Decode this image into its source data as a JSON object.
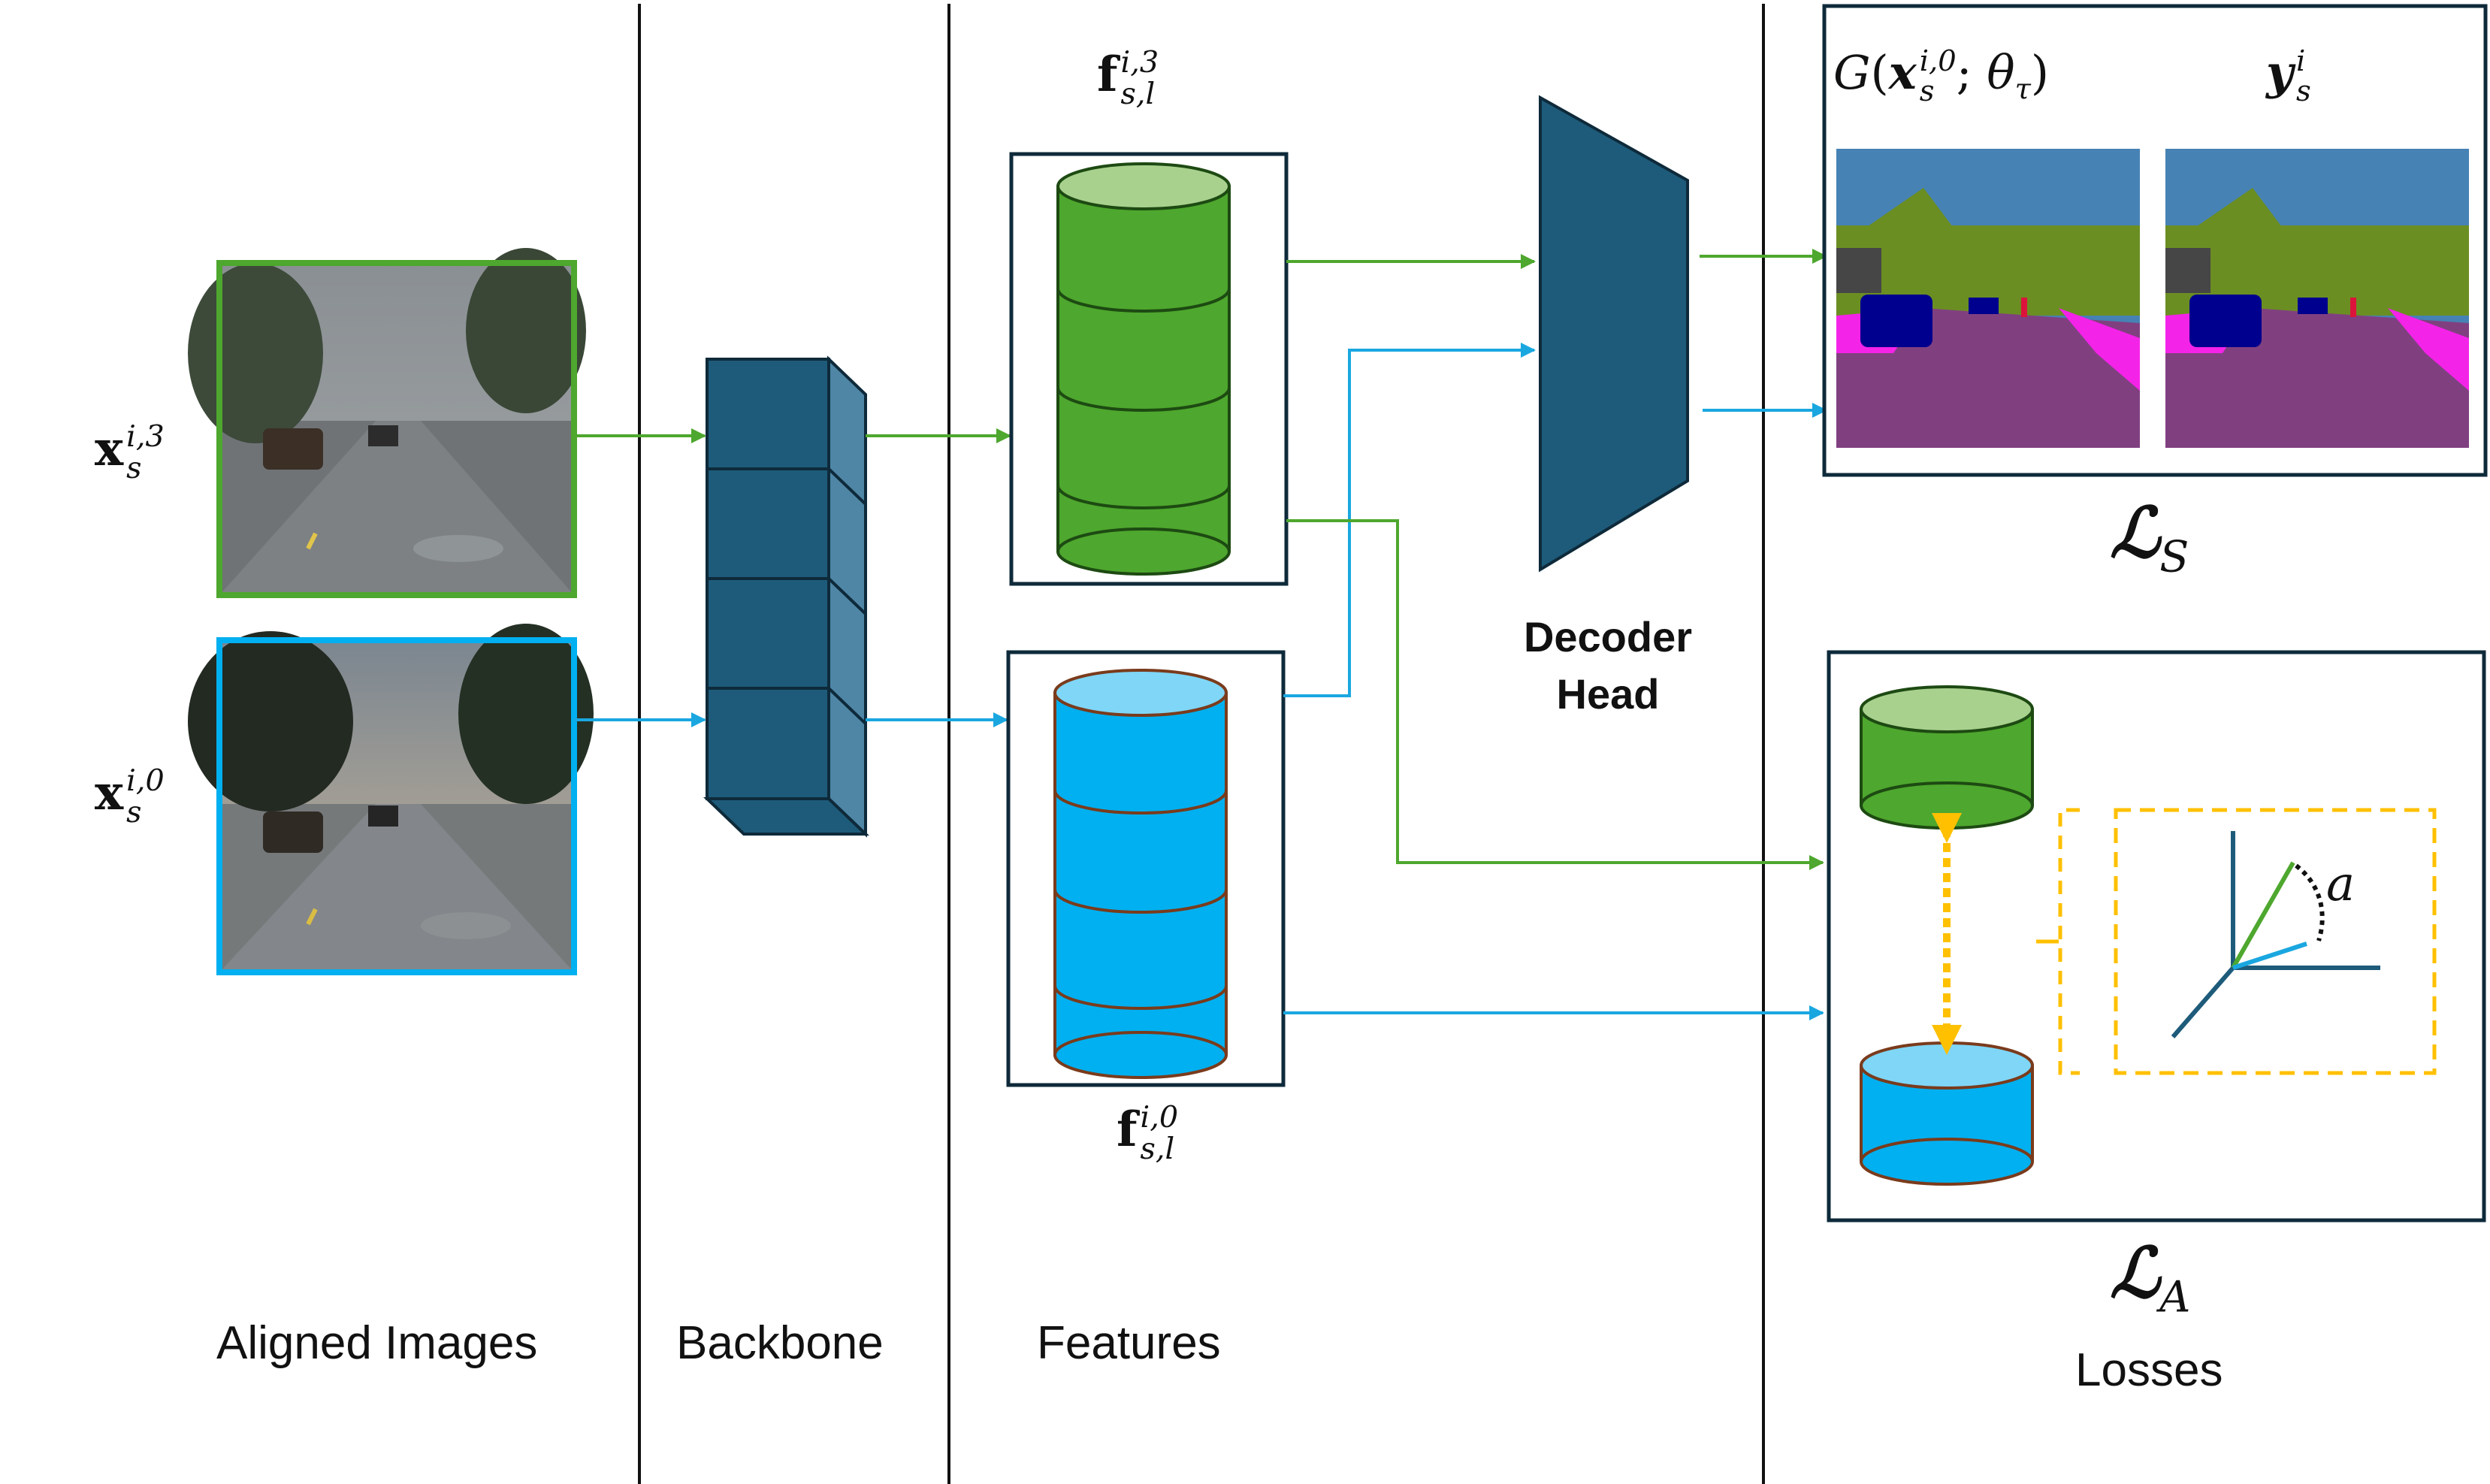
{
  "sections": {
    "aligned_images": "Aligned Images",
    "backbone": "Backbone",
    "features": "Features",
    "losses": "Losses"
  },
  "decoder": {
    "line1": "Decoder",
    "line2": "Head"
  },
  "inputs": {
    "x3": {
      "base": "x",
      "sub": "s",
      "sup": "i,3"
    },
    "x0": {
      "base": "x",
      "sub": "s",
      "sup": "i,0"
    }
  },
  "features": {
    "f3": {
      "base": "f",
      "sub": "s,l",
      "sup": "i,3"
    },
    "f0": {
      "base": "f",
      "sub": "s,l",
      "sup": "i,0"
    }
  },
  "outputs": {
    "prediction": {
      "func": "G",
      "arg_base": "x",
      "arg_sub": "s",
      "arg_sup": "i,0",
      "param": "θ",
      "param_sub": "τ"
    },
    "ground_truth": {
      "base": "y",
      "sub": "s",
      "sup": "i"
    }
  },
  "losses": {
    "seg": {
      "base": "ℒ",
      "sub": "S"
    },
    "align": {
      "base": "ℒ",
      "sub": "A"
    }
  },
  "angle_label": "a",
  "colors": {
    "green": "#4ea72e",
    "green_light": "#a9d18e",
    "blue": "#00b0f0",
    "blue_light": "#7fd6f7",
    "navy": "#1e5b7a",
    "navy_light": "#4f86a6",
    "dark_outline": "#0e2a3a",
    "brown": "#7a3b1c",
    "gold": "#ffc000",
    "seg_road": "#804080",
    "seg_sky": "#4682b4",
    "seg_veg": "#6b8e23",
    "seg_sidewalk": "#f423e8",
    "seg_car": "#00008e",
    "seg_building": "#464646"
  }
}
